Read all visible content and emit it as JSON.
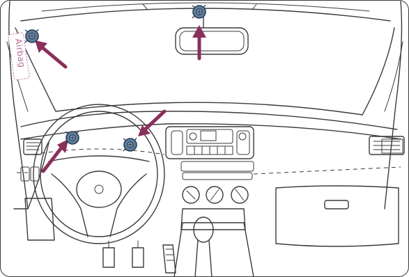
{
  "airbag_label": "Airbag",
  "colors": {
    "arrow": "#8b2f5c",
    "camera_fill": "#5f7d9c",
    "camera_stroke": "#2d3e52",
    "line": "#3a3a3a",
    "airbag_text": "#b36a92"
  },
  "markers": [
    {
      "name": "camera-mount-icon-a-pillar",
      "icon": "dashcam-mount"
    },
    {
      "name": "camera-mount-icon-mirror",
      "icon": "dashcam-mount"
    },
    {
      "name": "camera-mount-icon-dash-left",
      "icon": "dashcam-mount"
    },
    {
      "name": "camera-mount-icon-dash-right",
      "icon": "dashcam-mount"
    }
  ],
  "arrows": [
    {
      "name": "arrow-to-a-pillar-icon"
    },
    {
      "name": "arrow-to-mirror-icon"
    },
    {
      "name": "arrow-to-dash-left-icon"
    },
    {
      "name": "arrow-to-dash-right-icon"
    }
  ]
}
